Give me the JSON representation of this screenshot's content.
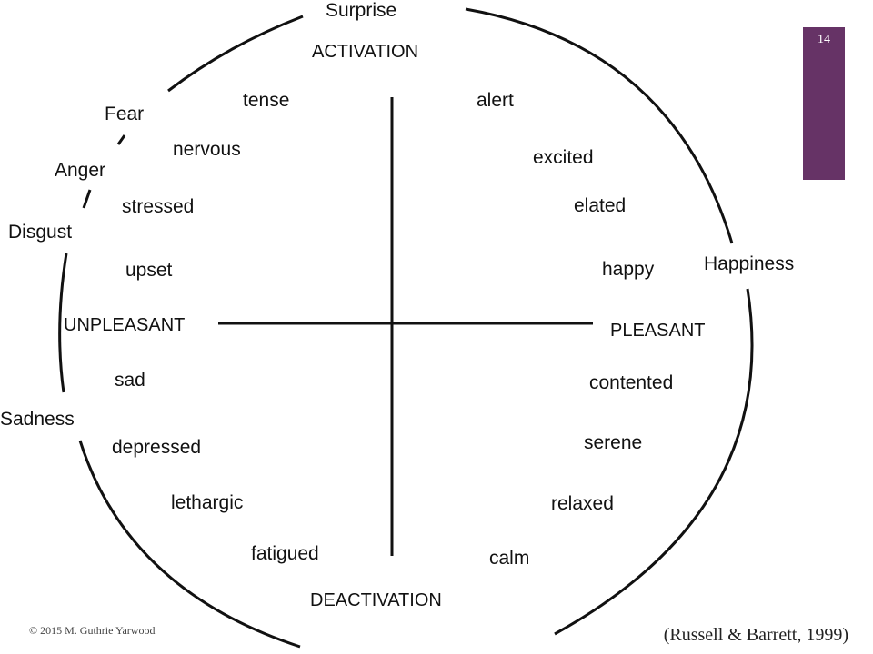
{
  "slide_number": "14",
  "axes": {
    "top": "ACTIVATION",
    "bottom": "DEACTIVATION",
    "left": "UNPLEASANT",
    "right": "PLEASANT"
  },
  "basic_emotions": {
    "surprise": "Surprise",
    "fear": "Fear",
    "anger": "Anger",
    "disgust": "Disgust",
    "happiness": "Happiness",
    "sadness": "Sadness"
  },
  "affect_words": {
    "tense": "tense",
    "nervous": "nervous",
    "stressed": "stressed",
    "upset": "upset",
    "alert": "alert",
    "excited": "excited",
    "elated": "elated",
    "happy": "happy",
    "sad": "sad",
    "depressed": "depressed",
    "lethargic": "lethargic",
    "fatigued": "fatigued",
    "contented": "contented",
    "serene": "serene",
    "relaxed": "relaxed",
    "calm": "calm"
  },
  "copyright": "© 2015 M. Guthrie Yarwood",
  "citation": "(Russell & Barrett, 1999)",
  "colors": {
    "accent": "#663366",
    "line": "#111111"
  }
}
